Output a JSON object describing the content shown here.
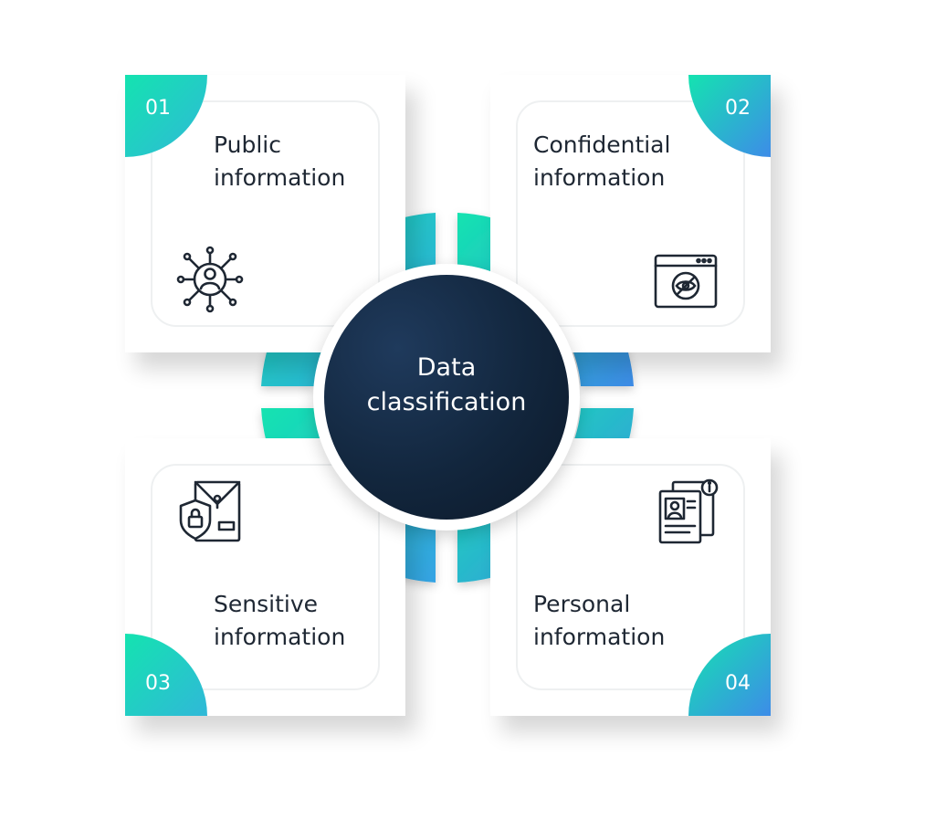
{
  "center_label": "Data\nclassification",
  "colors": {
    "gradient_start": "#14e3b0",
    "gradient_end": "#3d8ce8",
    "center_dark": "#12263d",
    "text_dark": "#1e2733"
  },
  "cards": [
    {
      "number": "01",
      "title": "Public\ninformation",
      "icon": "network-person-icon"
    },
    {
      "number": "02",
      "title": "Confidential\ninformation",
      "icon": "hidden-window-icon"
    },
    {
      "number": "03",
      "title": "Sensitive\ninformation",
      "icon": "shield-lock-envelope-icon"
    },
    {
      "number": "04",
      "title": "Personal\ninformation",
      "icon": "id-document-icon"
    }
  ]
}
